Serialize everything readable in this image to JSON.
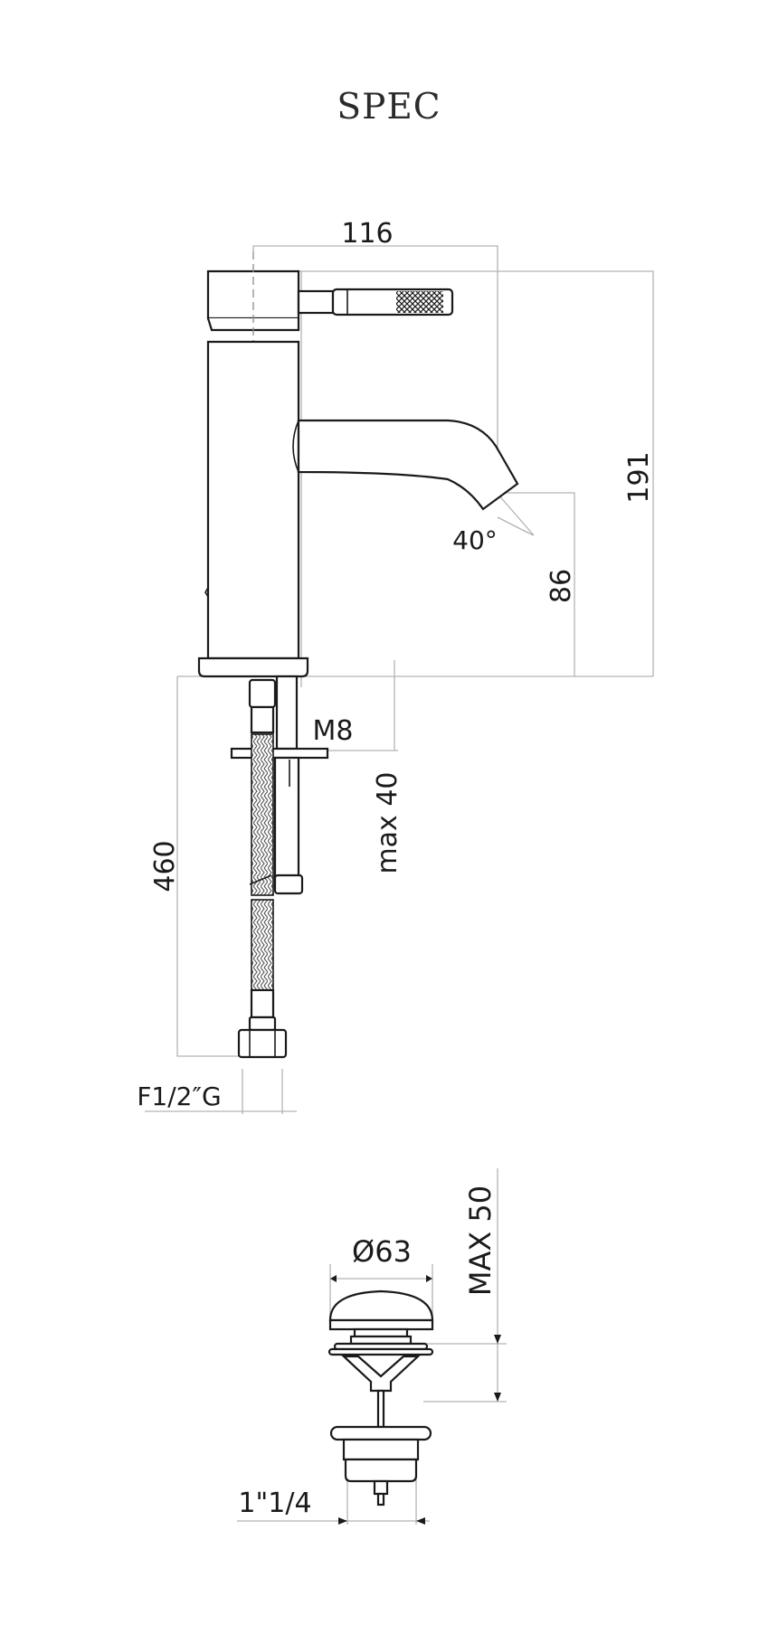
{
  "title": "SPEC",
  "labels": {
    "width": "116",
    "height": "191",
    "spout_height": "86",
    "angle": "40°",
    "bolt": "M8",
    "max_thickness": "max 40",
    "hose_length": "460",
    "connection": "F1/2″G",
    "waste_diameter": "Ø63",
    "waste_max": "MAX 50",
    "waste_thread": "1\"1/4"
  },
  "colors": {
    "line": "#1a1a1a",
    "dimension": "#b3b3b3"
  }
}
